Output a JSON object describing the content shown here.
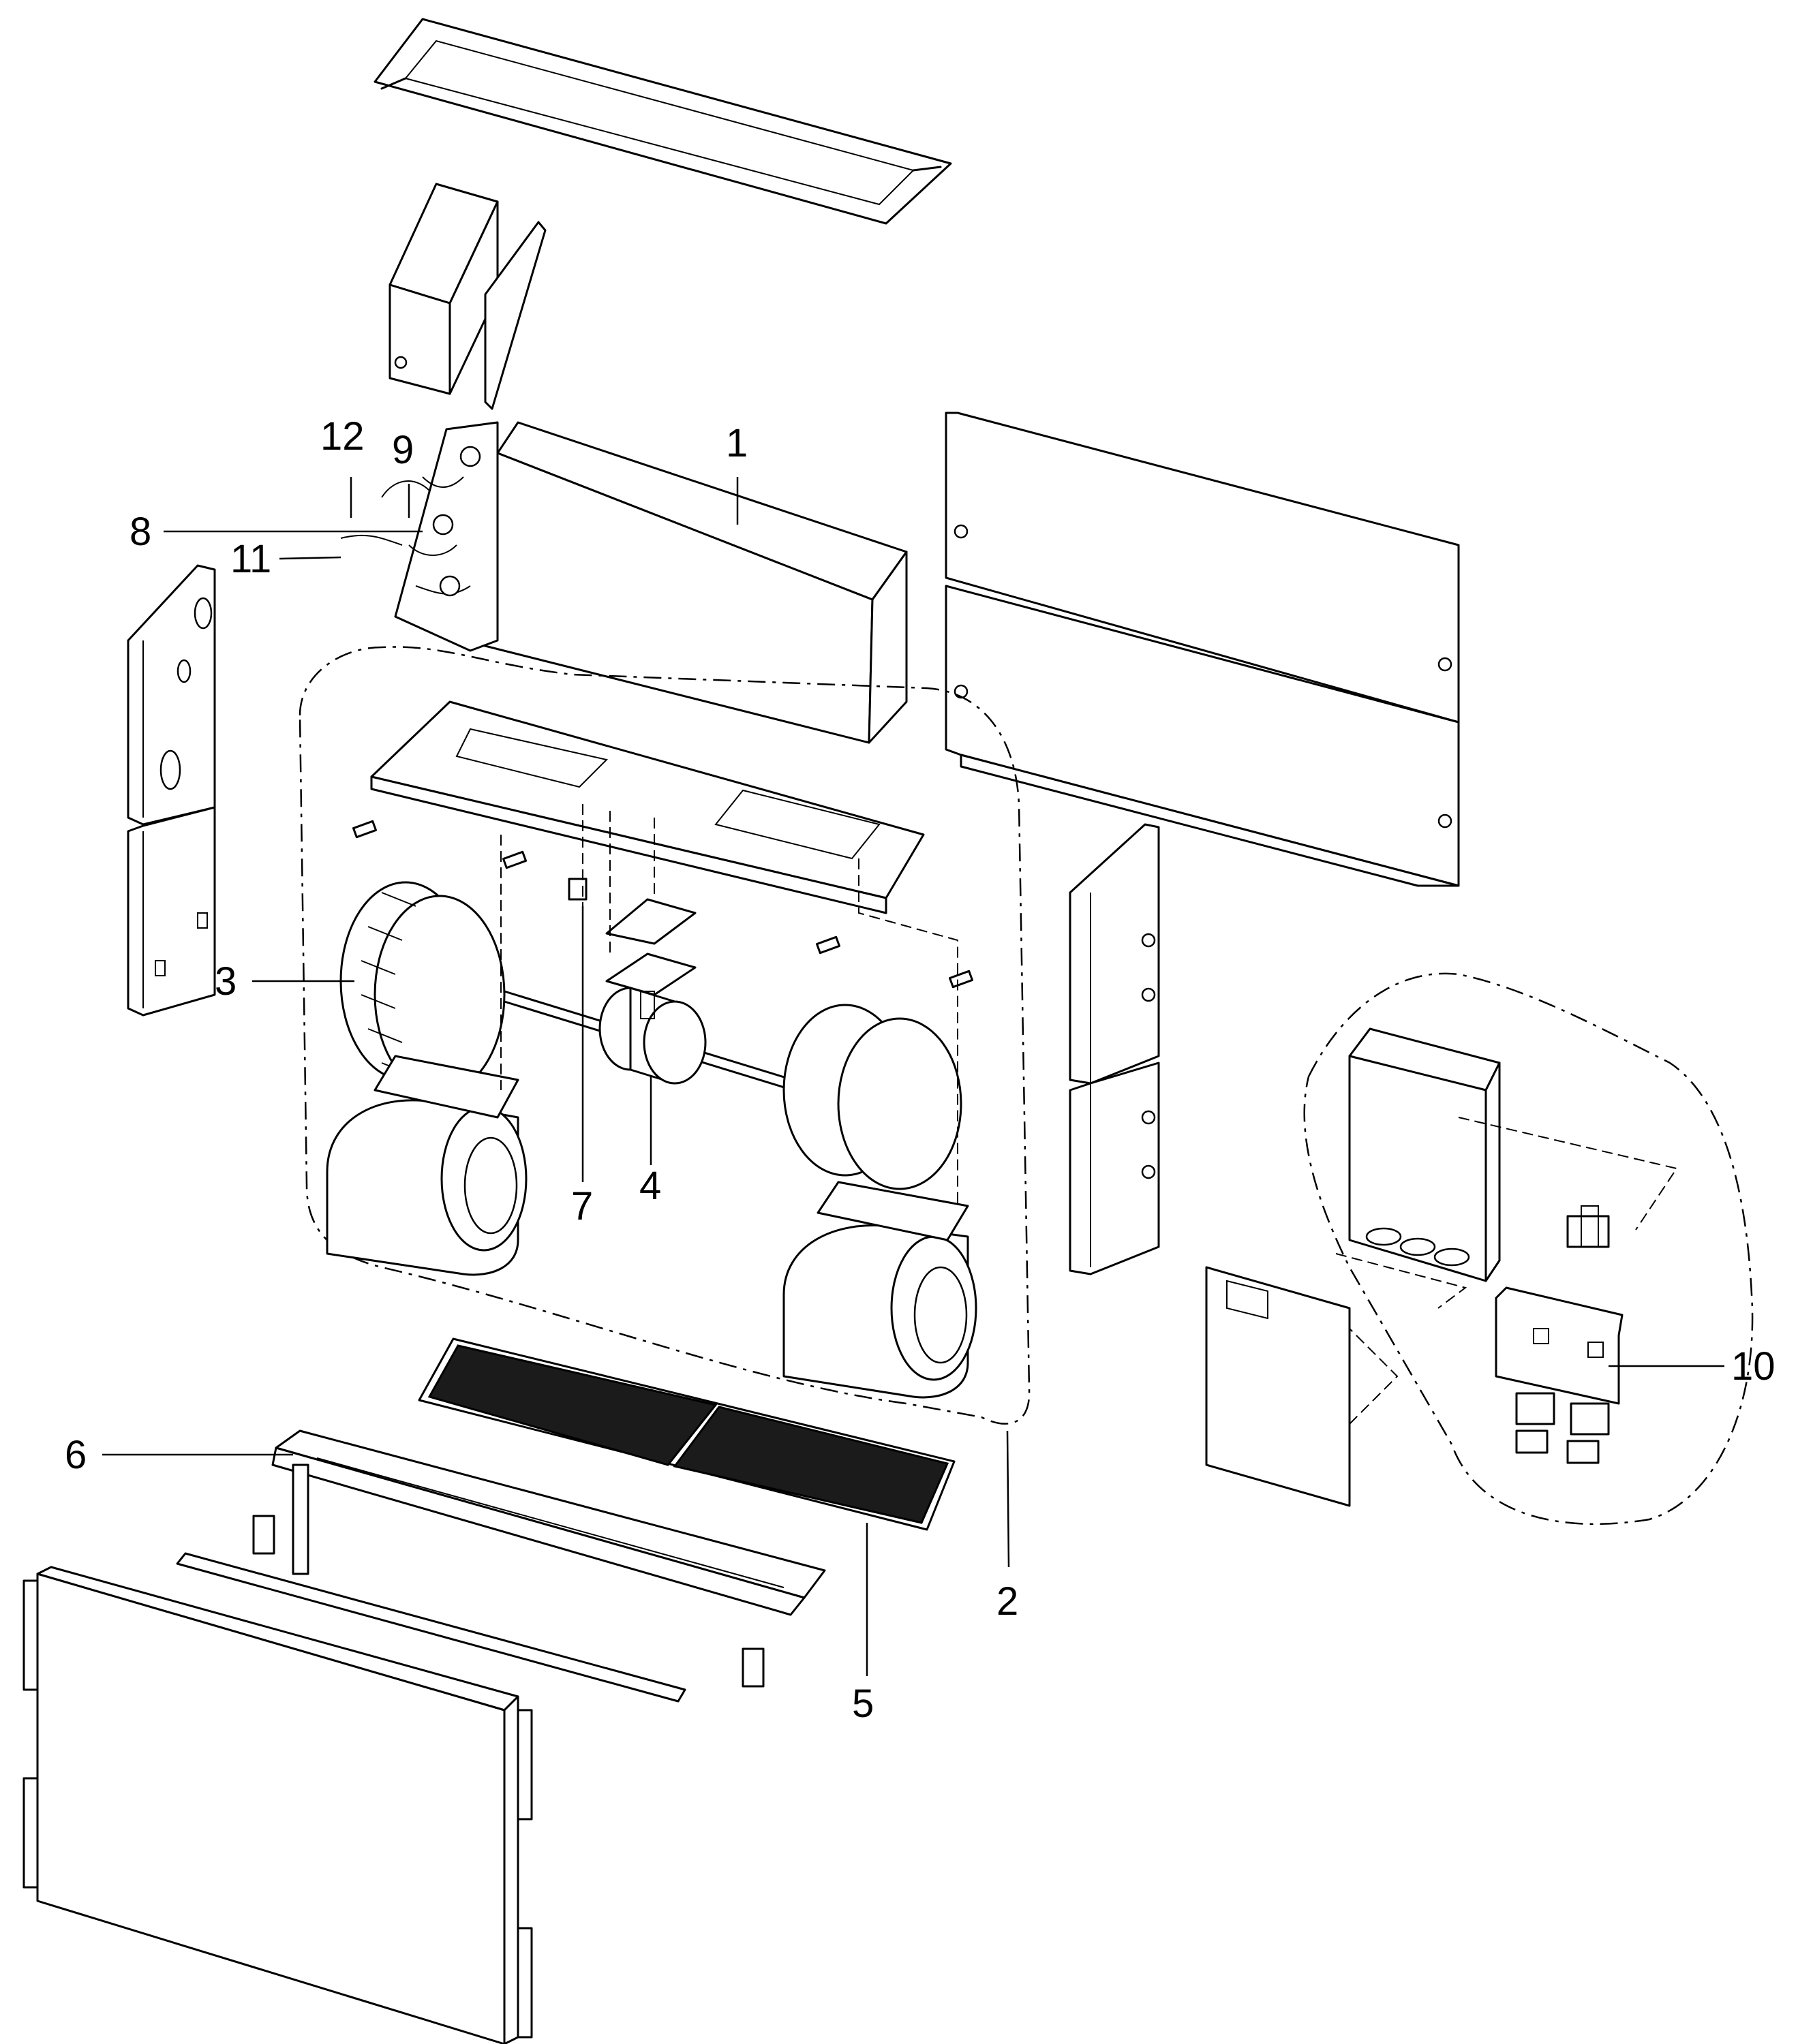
{
  "diagram": {
    "type": "exploded-parts-view",
    "callouts": [
      {
        "id": "1",
        "label": "1"
      },
      {
        "id": "2",
        "label": "2"
      },
      {
        "id": "3",
        "label": "3"
      },
      {
        "id": "4",
        "label": "4"
      },
      {
        "id": "5",
        "label": "5"
      },
      {
        "id": "6",
        "label": "6"
      },
      {
        "id": "7",
        "label": "7"
      },
      {
        "id": "8",
        "label": "8"
      },
      {
        "id": "9",
        "label": "9"
      },
      {
        "id": "10",
        "label": "10"
      },
      {
        "id": "11",
        "label": "11"
      },
      {
        "id": "12",
        "label": "12"
      }
    ]
  }
}
